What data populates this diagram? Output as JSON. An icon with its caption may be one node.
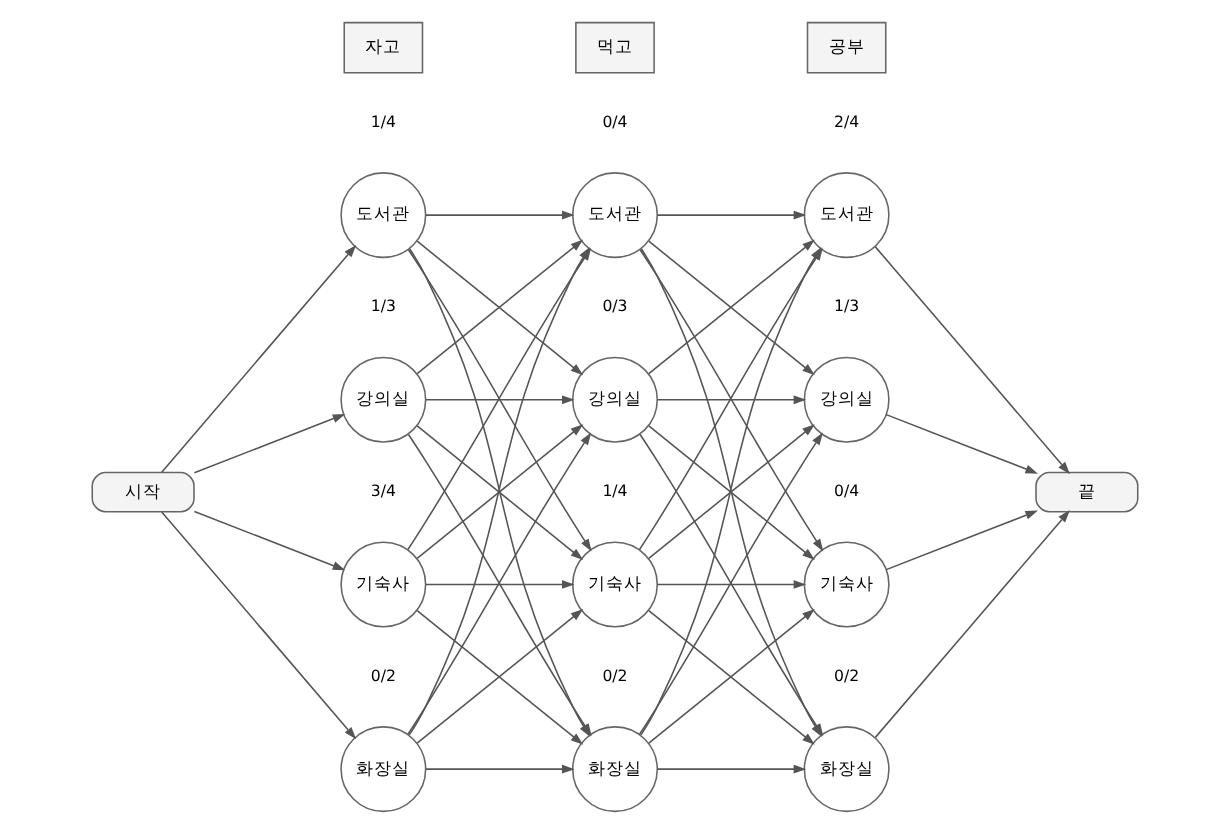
{
  "diagram": {
    "nodes": [
      {
        "text": [
          "자고"
        ]
      },
      {
        "text": [
          "먹고"
        ]
      },
      {
        "text": [
          "공부"
        ]
      },
      {
        "text": [
          "시작"
        ]
      },
      {
        "text": [
          "도서관"
        ],
        "beside": [
          "1/4"
        ]
      },
      {
        "text": [
          "강의실"
        ],
        "beside": [
          "1/3"
        ]
      },
      {
        "text": [
          "기숙사"
        ],
        "beside": [
          "3/4"
        ]
      },
      {
        "text": [
          "화장실"
        ],
        "beside": [
          "0/2"
        ]
      },
      {
        "text": [
          "도서관"
        ],
        "beside": [
          "0/4"
        ]
      },
      {
        "text": [
          "강의실"
        ],
        "beside": [
          "0/3"
        ]
      },
      {
        "text": [
          "기숙사"
        ],
        "beside": [
          "1/4"
        ]
      },
      {
        "text": [
          "화장실"
        ],
        "beside": [
          "0/2"
        ]
      },
      {
        "text": [
          "도서관"
        ],
        "beside": [
          "2/4"
        ]
      },
      {
        "text": [
          "강의실"
        ],
        "beside": [
          "1/3"
        ]
      },
      {
        "text": [
          "기숙사"
        ],
        "beside": [
          "0/4"
        ]
      },
      {
        "text": [
          "화장실"
        ],
        "beside": [
          "0/2"
        ]
      },
      {
        "text": [
          "끝"
        ]
      }
    ],
    "edges": [
      {
        "from": 3,
        "to": 4,
        "arrow": "to"
      },
      {
        "from": 3,
        "to": 5,
        "arrow": "to"
      },
      {
        "from": 3,
        "to": 6,
        "arrow": "to"
      },
      {
        "from": 3,
        "to": 7,
        "arrow": "to"
      },
      {
        "from": 4,
        "to": 8,
        "arrow": "to"
      },
      {
        "from": 4,
        "to": 9,
        "arrow": "to"
      },
      {
        "from": 4,
        "to": 10,
        "arrow": "to"
      },
      {
        "from": 4,
        "to": 11,
        "arrow": "to"
      },
      {
        "from": 5,
        "to": 8,
        "arrow": "to"
      },
      {
        "from": 5,
        "to": 9,
        "arrow": "to"
      },
      {
        "from": 5,
        "to": 10,
        "arrow": "to"
      },
      {
        "from": 5,
        "to": 11,
        "arrow": "to"
      },
      {
        "from": 6,
        "to": 8,
        "arrow": "to"
      },
      {
        "from": 6,
        "to": 9,
        "arrow": "to"
      },
      {
        "from": 6,
        "to": 10,
        "arrow": "to"
      },
      {
        "from": 6,
        "to": 11,
        "arrow": "to"
      },
      {
        "from": 7,
        "to": 8,
        "arrow": "to"
      },
      {
        "from": 7,
        "to": 9,
        "arrow": "to"
      },
      {
        "from": 7,
        "to": 10,
        "arrow": "to"
      },
      {
        "from": 7,
        "to": 11,
        "arrow": "to"
      },
      {
        "from": 8,
        "to": 12,
        "arrow": "to"
      },
      {
        "from": 8,
        "to": 13,
        "arrow": "to"
      },
      {
        "from": 8,
        "to": 14,
        "arrow": "to"
      },
      {
        "from": 8,
        "to": 15,
        "arrow": "to"
      },
      {
        "from": 9,
        "to": 12,
        "arrow": "to"
      },
      {
        "from": 9,
        "to": 13,
        "arrow": "to"
      },
      {
        "from": 9,
        "to": 14,
        "arrow": "to"
      },
      {
        "from": 9,
        "to": 15,
        "arrow": "to"
      },
      {
        "from": 10,
        "to": 12,
        "arrow": "to"
      },
      {
        "from": 10,
        "to": 13,
        "arrow": "to"
      },
      {
        "from": 10,
        "to": 14,
        "arrow": "to"
      },
      {
        "from": 10,
        "to": 15,
        "arrow": "to"
      },
      {
        "from": 11,
        "to": 12,
        "arrow": "to"
      },
      {
        "from": 11,
        "to": 13,
        "arrow": "to"
      },
      {
        "from": 11,
        "to": 14,
        "arrow": "to"
      },
      {
        "from": 11,
        "to": 15,
        "arrow": "to"
      },
      {
        "from": 12,
        "to": 16,
        "arrow": "to"
      },
      {
        "from": 13,
        "to": 16,
        "arrow": "to"
      },
      {
        "from": 14,
        "to": 16,
        "arrow": "to"
      },
      {
        "from": 15,
        "to": 16,
        "arrow": "to"
      }
    ]
  }
}
